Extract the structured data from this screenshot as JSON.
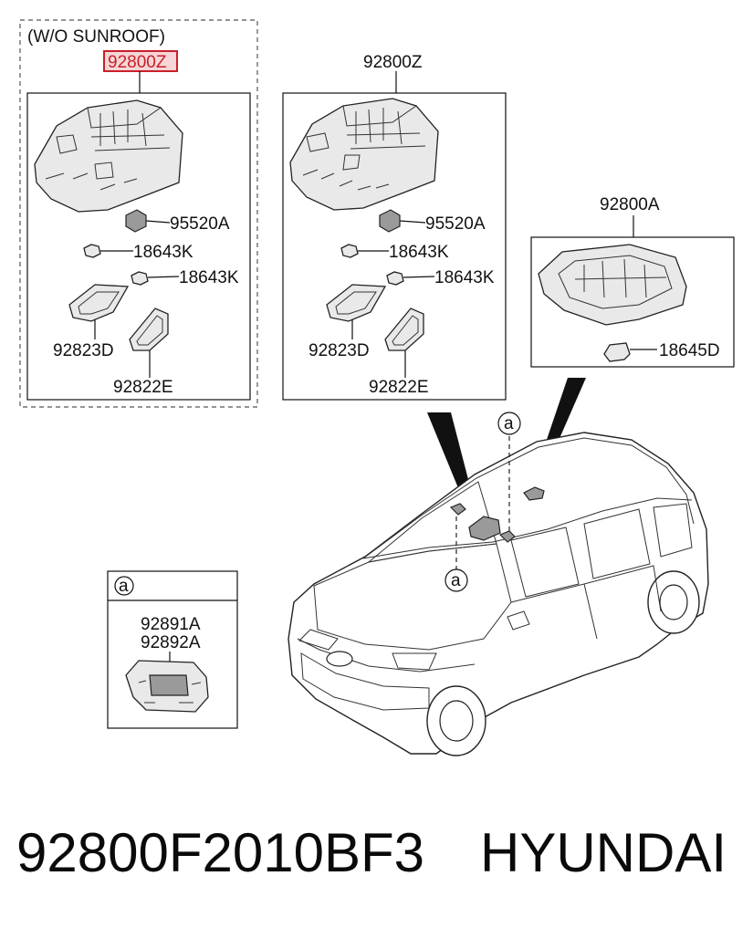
{
  "left_panel": {
    "title": "(W/O SUNROOF)",
    "assembly_label": "92800Z",
    "parts": {
      "switch": "95520A",
      "bulb_1": "18643K",
      "bulb_2": "18643K",
      "lens_1": "92823D",
      "lens_2": "92822E"
    }
  },
  "middle_panel": {
    "assembly_label": "92800Z",
    "parts": {
      "switch": "95520A",
      "bulb_1": "18643K",
      "bulb_2": "18643K",
      "lens_1": "92823D",
      "lens_2": "92822E"
    }
  },
  "right_panel": {
    "assembly_label": "92800A",
    "parts": {
      "bulb": "18645D"
    }
  },
  "detail_a": {
    "callout": "a",
    "part_1": "92891A",
    "part_2": "92892A"
  },
  "car": {
    "callout_top": "a",
    "callout_bottom": "a"
  },
  "footer": {
    "part_number": "92800F2010BF3",
    "brand": "HYUNDAI"
  },
  "colors": {
    "highlight_border": "#c8202a",
    "highlight_fill": "#f6d6d6"
  }
}
